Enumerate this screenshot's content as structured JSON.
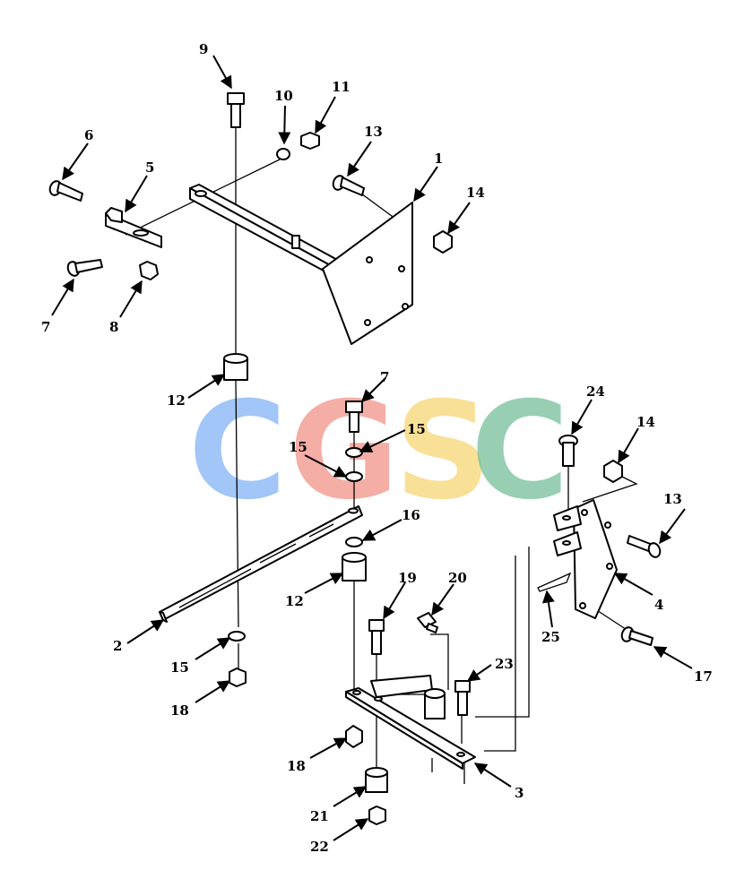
{
  "watermark": {
    "letters": [
      "C",
      "G",
      "S",
      "C"
    ],
    "colors": [
      "#7aaef5",
      "#f08c80",
      "#f7d36c",
      "#6dbb93"
    ]
  },
  "callouts": {
    "c1": "1",
    "c2": "2",
    "c3": "3",
    "c4": "4",
    "c5": "5",
    "c6": "6",
    "c7a": "7",
    "c7b": "7",
    "c8": "8",
    "c9": "9",
    "c10": "10",
    "c11": "11",
    "c12a": "12",
    "c12b": "12",
    "c13a": "13",
    "c13b": "13",
    "c14a": "14",
    "c14b": "14",
    "c15a": "15",
    "c15b": "15",
    "c15c": "15",
    "c16": "16",
    "c17": "17",
    "c18a": "18",
    "c18b": "18",
    "c19": "19",
    "c20": "20",
    "c21": "21",
    "c22": "22",
    "c23": "23",
    "c24": "24",
    "c25": "25"
  }
}
